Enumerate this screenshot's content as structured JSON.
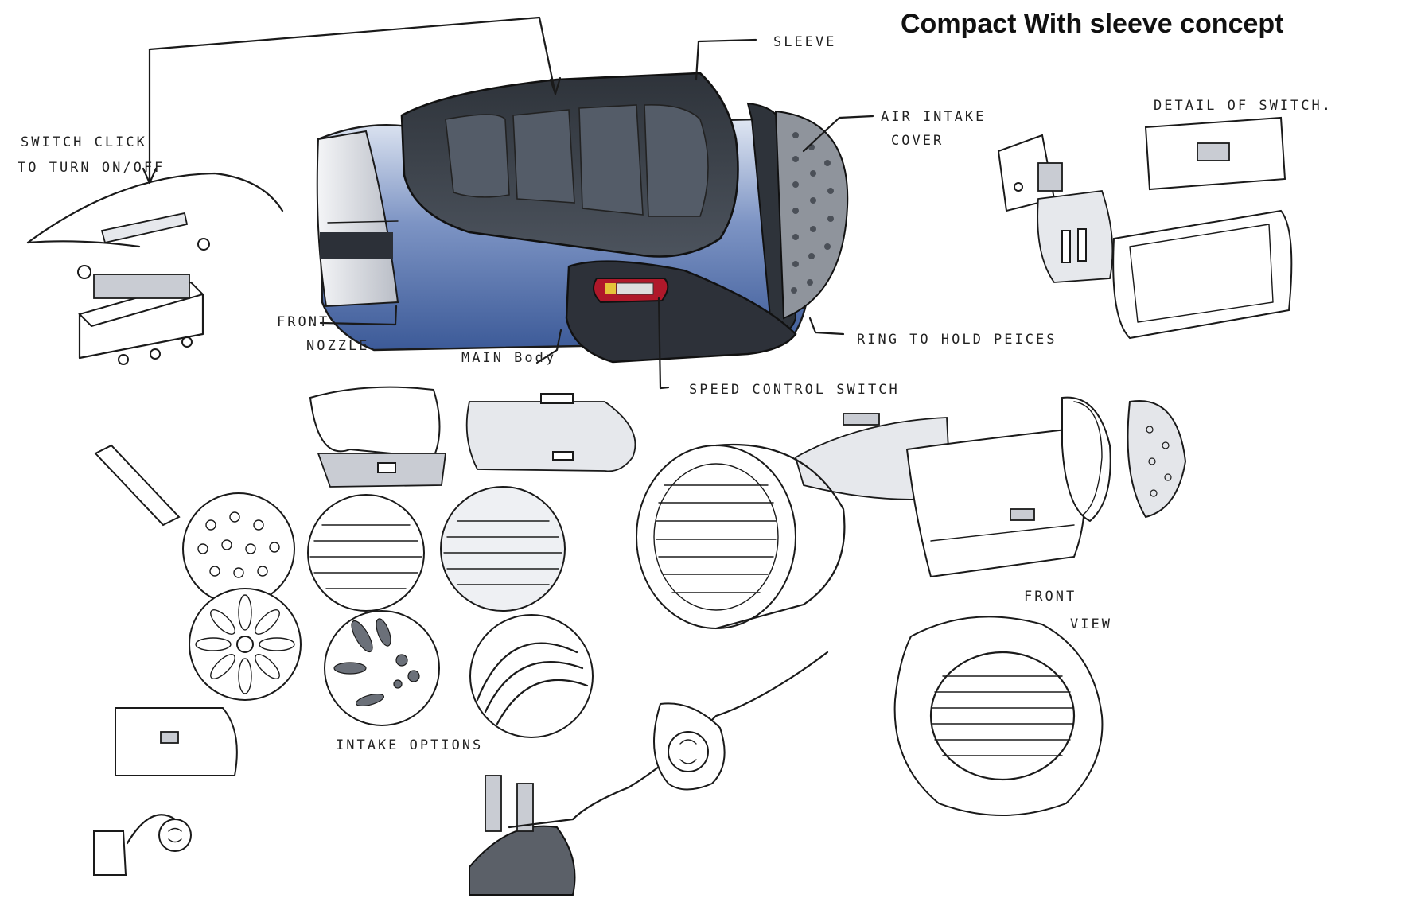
{
  "title": "Compact With sleeve concept",
  "labels": {
    "sleeve": "SLEEVE",
    "air_intake_1": "AIR INTAKE",
    "air_intake_2": "COVER",
    "detail_switch": "DETAIL OF SWITCH.",
    "switch_click_1": "SWITCH CLICK",
    "switch_click_2": "TO TURN ON/OFF",
    "front_nozzle_1": "FRONT",
    "front_nozzle_2": "NOZZLE",
    "main_body": "MAIN Body",
    "ring": "RING TO HOLD PEICES",
    "speed_control": "SPEED CONTROL SWITCH",
    "intake_options": "INTAKE OPTIONS",
    "front_view_1": "FRONT",
    "front_view_2": "VIEW"
  },
  "colors": {
    "body_blue": "#4a6aa8",
    "sleeve_dark": "#3a3f47",
    "marker_grey": "#c9ccd3",
    "switch_red": "#b0182a",
    "ink": "#1a1a1a"
  }
}
